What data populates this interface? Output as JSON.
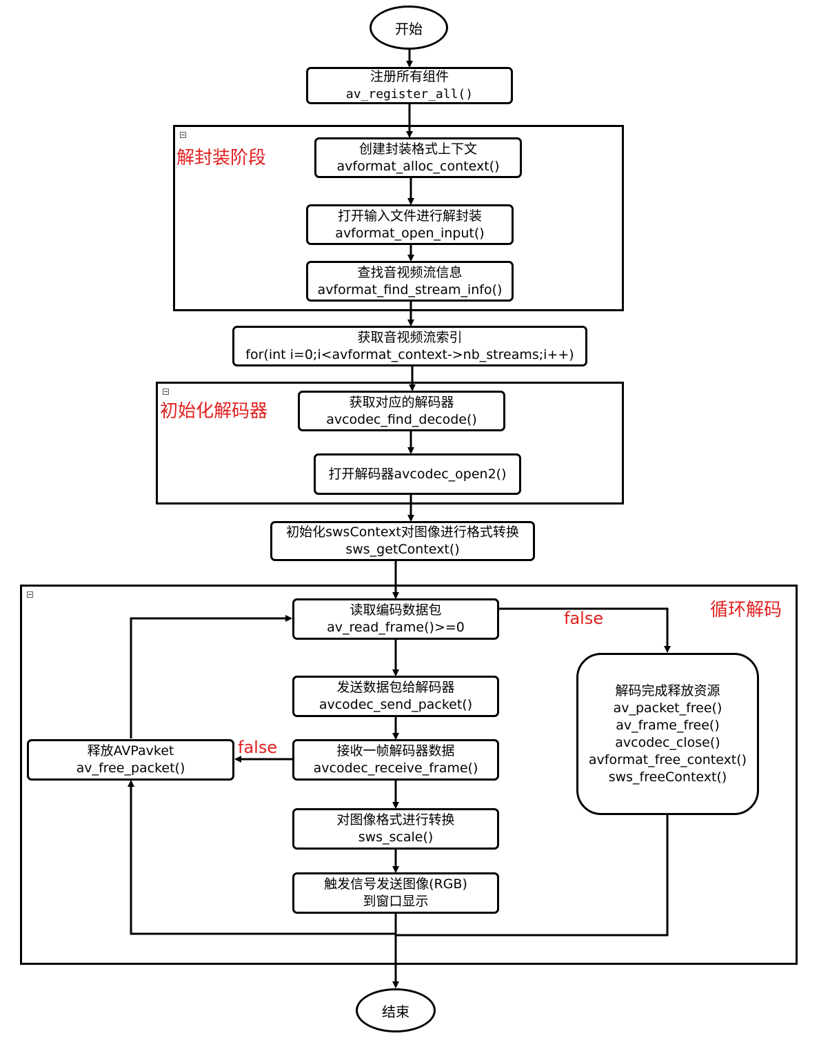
{
  "start": "开始",
  "end": "结束",
  "groups": {
    "demux": "解封装阶段",
    "init_decoder": "初始化解码器",
    "loop": "循环解码"
  },
  "nodes": {
    "register": {
      "title": "注册所有组件",
      "code": "av_register_all()"
    },
    "alloc_ctx": {
      "title": "创建封装格式上下文",
      "code": "avformat_alloc_context()"
    },
    "open_input": {
      "title": "打开输入文件进行解封装",
      "code": "avformat_open_input()"
    },
    "find_stream": {
      "title": "查找音视频流信息",
      "code": "avformat_find_stream_info()"
    },
    "stream_index": {
      "title": "获取音视频流索引",
      "code": "for(int i=0;i<avformat_context->nb_streams;i++)"
    },
    "find_decoder": {
      "title": "获取对应的解码器",
      "code": "avcodec_find_decode()"
    },
    "open_decoder": {
      "title": "打开解码器avcodec_open2()"
    },
    "sws_ctx": {
      "title": "初始化swsContext对图像进行格式转换",
      "code": "sws_getContext()"
    },
    "read_frame": {
      "title": "读取编码数据包",
      "code": "av_read_frame()>=0"
    },
    "send_packet": {
      "title": "发送数据包给解码器",
      "code": "avcodec_send_packet()"
    },
    "receive_frame": {
      "title": "接收一帧解码器数据",
      "code": "avcodec_receive_frame()"
    },
    "sws_scale": {
      "title": "对图像格式进行转换",
      "code": "sws_scale()"
    },
    "emit_signal": {
      "title": "触发信号发送图像(RGB)",
      "code": "到窗口显示"
    },
    "free_packet": {
      "title": "释放AVPavket",
      "code": "av_free_packet()"
    },
    "release": {
      "title": "解码完成释放资源",
      "lines": [
        "av_packet_free()",
        "av_frame_free()",
        "avcodec_close()",
        "avformat_free_context()",
        "sws_freeContext()"
      ]
    }
  },
  "edge_labels": {
    "read_false": "false",
    "receive_false": "false"
  }
}
